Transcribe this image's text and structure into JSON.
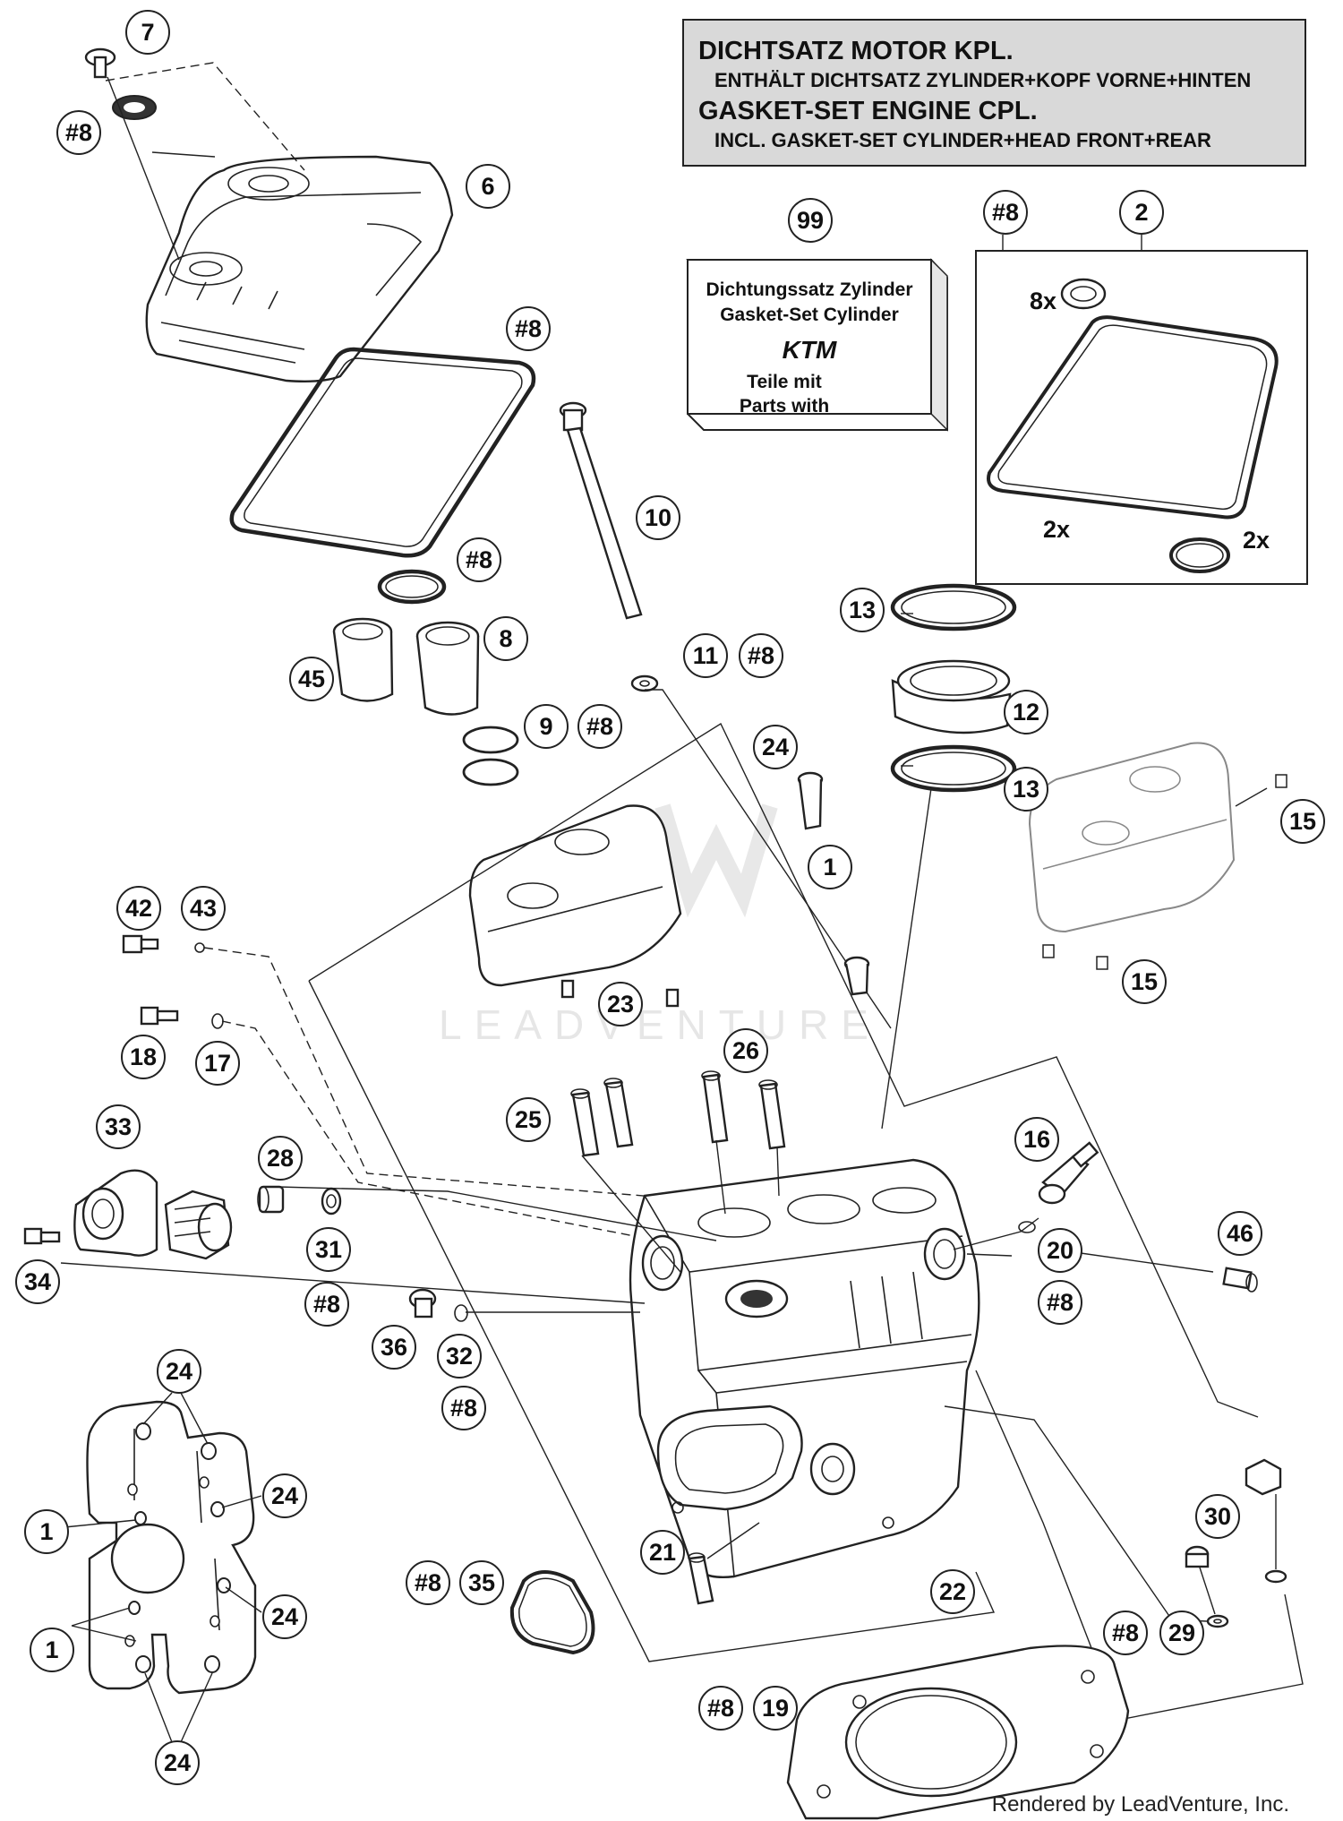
{
  "gasket_box": {
    "line1": "DICHTSATZ MOTOR KPL.",
    "line2": "ENTHÄLT DICHTSATZ ZYLINDER+KOPF VORNE+HINTEN",
    "line3": "GASKET-SET ENGINE CPL.",
    "line4": "INCL. GASKET-SET CYLINDER+HEAD FRONT+REAR"
  },
  "kit_box": {
    "line1": "Dichtungssatz Zylinder",
    "line2": "Gasket-Set Cylinder",
    "line3": "Teile mit",
    "line4": "Parts with",
    "logo": "KTM"
  },
  "watermark": "LEADVENTURE",
  "credit": "Rendered by LeadVenture, Inc.",
  "quantities": {
    "q1": "8x",
    "q2": "2x",
    "q3": "2x"
  },
  "callouts": [
    "7",
    "#8",
    "6",
    "#8",
    "#8",
    "45",
    "8",
    "9",
    "#8",
    "10",
    "11",
    "#8",
    "99",
    "#8",
    "#8",
    "2",
    "13",
    "12",
    "13",
    "24",
    "1",
    "15",
    "15",
    "42",
    "43",
    "18",
    "17",
    "23",
    "26",
    "25",
    "16",
    "33",
    "28",
    "31",
    "#8",
    "34",
    "20",
    "#8",
    "46",
    "36",
    "32",
    "#8",
    "24",
    "24",
    "1",
    "24",
    "1",
    "24",
    "21",
    "#8",
    "35",
    "22",
    "30",
    "#8",
    "29",
    "#8",
    "19"
  ]
}
